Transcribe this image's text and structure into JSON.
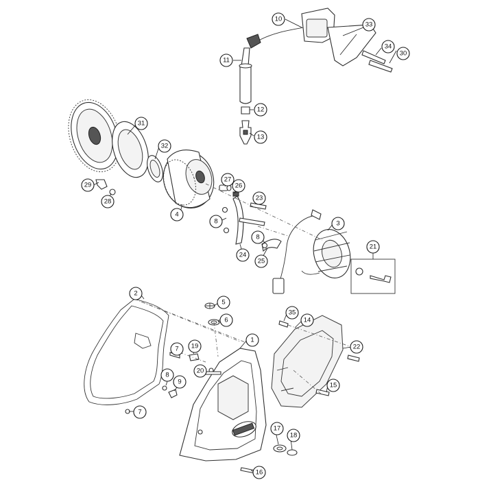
{
  "callouts": [
    {
      "id": "c10",
      "label": "10"
    },
    {
      "id": "c33",
      "label": "33"
    },
    {
      "id": "c34",
      "label": "34"
    },
    {
      "id": "c30",
      "label": "30"
    },
    {
      "id": "c11",
      "label": "11"
    },
    {
      "id": "c12",
      "label": "12"
    },
    {
      "id": "c13",
      "label": "13"
    },
    {
      "id": "c31",
      "label": "31"
    },
    {
      "id": "c32",
      "label": "32"
    },
    {
      "id": "c29",
      "label": "29"
    },
    {
      "id": "c28",
      "label": "28"
    },
    {
      "id": "c27",
      "label": "27"
    },
    {
      "id": "c26",
      "label": "26"
    },
    {
      "id": "c23",
      "label": "23"
    },
    {
      "id": "c4",
      "label": "4"
    },
    {
      "id": "c8a",
      "label": "8"
    },
    {
      "id": "c3",
      "label": "3"
    },
    {
      "id": "c8b",
      "label": "8"
    },
    {
      "id": "c24",
      "label": "24"
    },
    {
      "id": "c25",
      "label": "25"
    },
    {
      "id": "c21",
      "label": "21"
    },
    {
      "id": "c2",
      "label": "2"
    },
    {
      "id": "c5",
      "label": "5"
    },
    {
      "id": "c6",
      "label": "6"
    },
    {
      "id": "c35",
      "label": "35"
    },
    {
      "id": "c14",
      "label": "14"
    },
    {
      "id": "c1",
      "label": "1"
    },
    {
      "id": "c22",
      "label": "22"
    },
    {
      "id": "c7a",
      "label": "7"
    },
    {
      "id": "c19",
      "label": "19"
    },
    {
      "id": "c20",
      "label": "20"
    },
    {
      "id": "c8c",
      "label": "8"
    },
    {
      "id": "c9",
      "label": "9"
    },
    {
      "id": "c15",
      "label": "15"
    },
    {
      "id": "c7b",
      "label": "7"
    },
    {
      "id": "c17",
      "label": "17"
    },
    {
      "id": "c18",
      "label": "18"
    },
    {
      "id": "c16",
      "label": "16"
    }
  ]
}
